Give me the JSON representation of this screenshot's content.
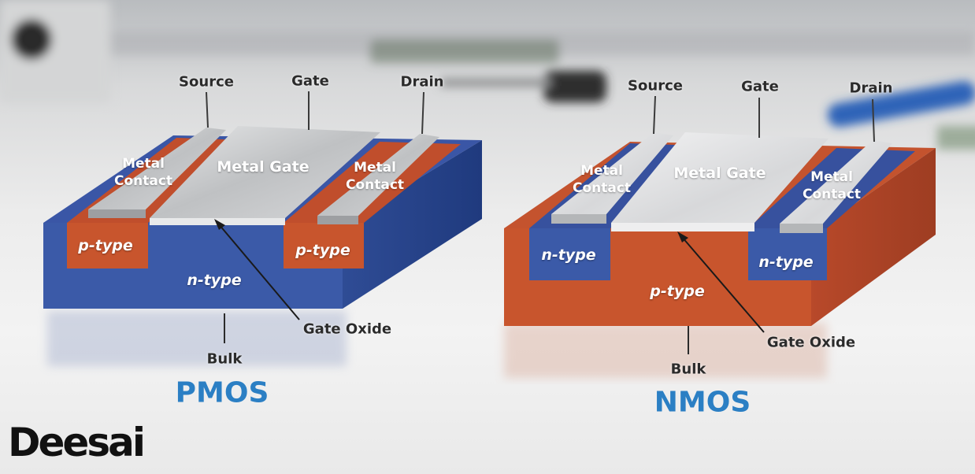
{
  "pmos": {
    "title": "PMOS",
    "source": "Source",
    "gate": "Gate",
    "drain": "Drain",
    "metal_gate": "Metal Gate",
    "contact_left": [
      "Metal",
      "Contact"
    ],
    "contact_right": [
      "Metal",
      "Contact"
    ],
    "well_left": "p-type",
    "well_right": "p-type",
    "substrate": "n-type",
    "gate_oxide": "Gate Oxide",
    "bulk": "Bulk"
  },
  "nmos": {
    "title": "NMOS",
    "source": "Source",
    "gate": "Gate",
    "drain": "Drain",
    "metal_gate": "Metal Gate",
    "contact_left": [
      "Metal",
      "Contact"
    ],
    "contact_right": [
      "Metal",
      "Contact"
    ],
    "well_left": "n-type",
    "well_right": "n-type",
    "substrate": "p-type",
    "gate_oxide": "Gate Oxide",
    "bulk": "Bulk"
  },
  "logo": "Deesai",
  "colors": {
    "blue_material": "#3b5aa8",
    "red_material": "#c8552d",
    "metal": "#c9cacc",
    "title_blue": "#2b7fc4",
    "label_dark": "#2b2b2b"
  }
}
